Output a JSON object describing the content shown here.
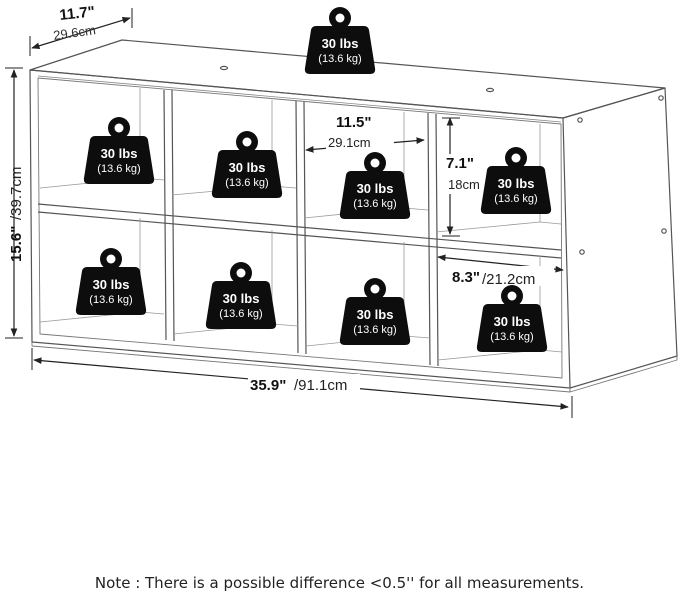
{
  "dimensions": {
    "depth": {
      "in": "11.7\"",
      "cm": "29.6cm"
    },
    "height": {
      "in": "15.6\"",
      "cm": "/39.7cm"
    },
    "width": {
      "in": "35.9\"",
      "cm": "/91.1cm"
    },
    "cube_width": {
      "in": "11.5\"",
      "cm": "29.1cm"
    },
    "cube_height": {
      "in": "7.1\"",
      "cm": "18cm"
    },
    "cube_depth": {
      "in": "8.3\"",
      "cm": "/21.2cm"
    }
  },
  "weight_badges": [
    {
      "lbs": "30 lbs",
      "kg": "(13.6 kg)"
    },
    {
      "lbs": "30 lbs",
      "kg": "(13.6 kg)"
    },
    {
      "lbs": "30 lbs",
      "kg": "(13.6 kg)"
    },
    {
      "lbs": "30 lbs",
      "kg": "(13.6 kg)"
    },
    {
      "lbs": "30 lbs",
      "kg": "(13.6 kg)"
    },
    {
      "lbs": "30 lbs",
      "kg": "(13.6 kg)"
    },
    {
      "lbs": "30 lbs",
      "kg": "(13.6 kg)"
    },
    {
      "lbs": "30 lbs",
      "kg": "(13.6 kg)"
    },
    {
      "lbs": "30 lbs",
      "kg": "(13.6 kg)"
    }
  ],
  "note": "Note : There is a possible difference <0.5'' for all measurements."
}
